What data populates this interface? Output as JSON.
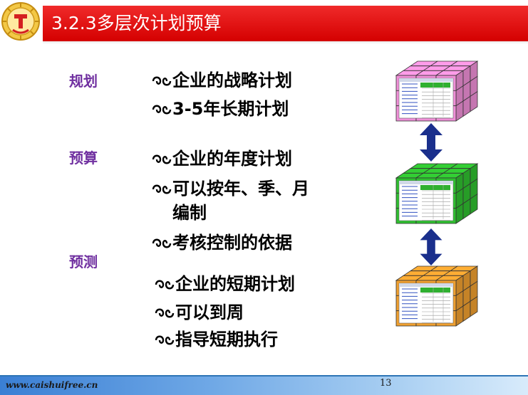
{
  "header": {
    "title": "3.2.3多层次计划预算"
  },
  "sections": [
    {
      "label": "规划",
      "bullets": [
        "企业的战略计划",
        "3-5年长期计划"
      ]
    },
    {
      "label": "预算",
      "bullets": [
        "企业的年度计划",
        "可以按年、季、月",
        "考核控制的依据"
      ],
      "continuation": "编制"
    },
    {
      "label": "预测",
      "bullets": [
        "企业的短期计划",
        "可以到周",
        "指导短期执行"
      ]
    }
  ],
  "cubes": [
    {
      "name": "planning-cube",
      "color": "#f090d8"
    },
    {
      "name": "budget-cube",
      "color": "#2fc030"
    },
    {
      "name": "forecast-cube",
      "color": "#f0a030"
    }
  ],
  "colors": {
    "title_bar": "#e00000",
    "section_label": "#7030a0",
    "arrow": "#1a2f8c"
  },
  "footer": {
    "url": "www.caishuifree.cn",
    "page": "13"
  }
}
